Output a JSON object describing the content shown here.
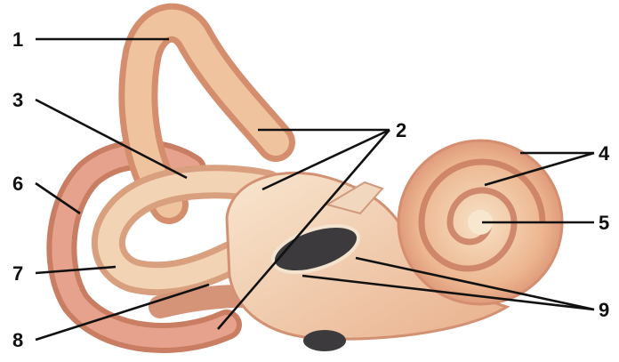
{
  "labels": [
    {
      "id": "1",
      "text": "1"
    },
    {
      "id": "2",
      "text": "2"
    },
    {
      "id": "3",
      "text": "3"
    },
    {
      "id": "4",
      "text": "4"
    },
    {
      "id": "5",
      "text": "5"
    },
    {
      "id": "6",
      "text": "6"
    },
    {
      "id": "7",
      "text": "7"
    },
    {
      "id": "8",
      "text": "8"
    },
    {
      "id": "9",
      "text": "9"
    }
  ],
  "colors": {
    "tissue_light": "#f6dcc0",
    "tissue_mid": "#eab08a",
    "tissue_dark": "#c97d62",
    "canal_pink": "#e39a86",
    "window": "#3c3a3c",
    "line": "#111111"
  }
}
